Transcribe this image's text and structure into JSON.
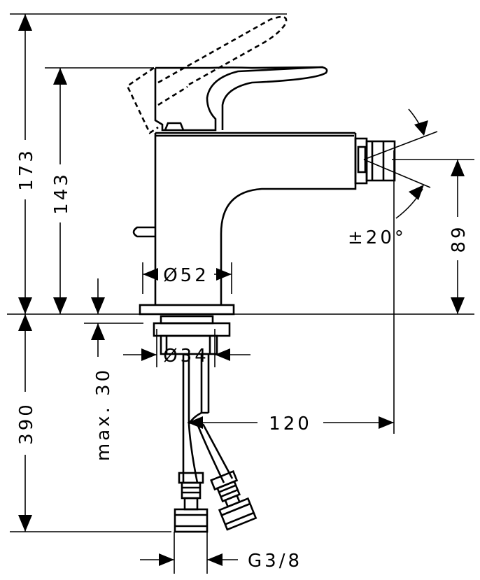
{
  "dimensions": {
    "total_height": "173",
    "spout_height": "143",
    "spout_outlet_height": "89",
    "body_diameter": "Ø52",
    "connection_diameter": "Ø34",
    "max_thickness": "max. 30",
    "hose_length": "390",
    "spout_reach": "120",
    "swivel_angle": "±20°",
    "thread": "G3/8"
  }
}
